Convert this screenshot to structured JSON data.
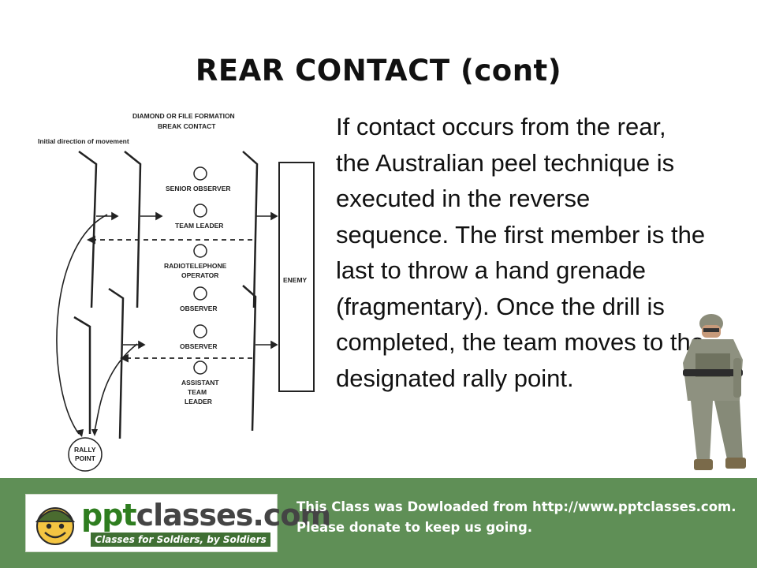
{
  "slide": {
    "title": "REAR CONTACT (cont)",
    "body": "If contact occurs from the rear, the Australian peel technique is executed in the reverse sequence. The first member is the last to throw a hand grenade (fragmentary). Once the drill is completed, the team moves to the designated rally point."
  },
  "diagram": {
    "title_line1": "DIAMOND OR FILE FORMATION",
    "title_line2": "BREAK CONTACT",
    "direction_label": "Initial direction of movement",
    "members": [
      {
        "label": "SENIOR OBSERVER"
      },
      {
        "label": "TEAM LEADER"
      },
      {
        "label": "RADIOTELEPHONE"
      },
      {
        "label": "OPERATOR"
      },
      {
        "label": "OBSERVER"
      },
      {
        "label": "OBSERVER"
      },
      {
        "label": "ASSISTANT"
      },
      {
        "label": "TEAM"
      },
      {
        "label": "LEADER"
      }
    ],
    "enemy_label": "ENEMY",
    "rally_line1": "RALLY",
    "rally_line2": "POINT"
  },
  "footer": {
    "logo_text_a": "ppt",
    "logo_text_b": "classes.com",
    "logo_tagline": "Classes for Soldiers, by Soldiers",
    "message_line1": "This Class was Dowloaded from http://www.pptclasses.com.",
    "message_line2": "Please donate to keep us going."
  },
  "colors": {
    "footer_bg": "#5f8f56",
    "logo_green": "#2e7d1f"
  }
}
